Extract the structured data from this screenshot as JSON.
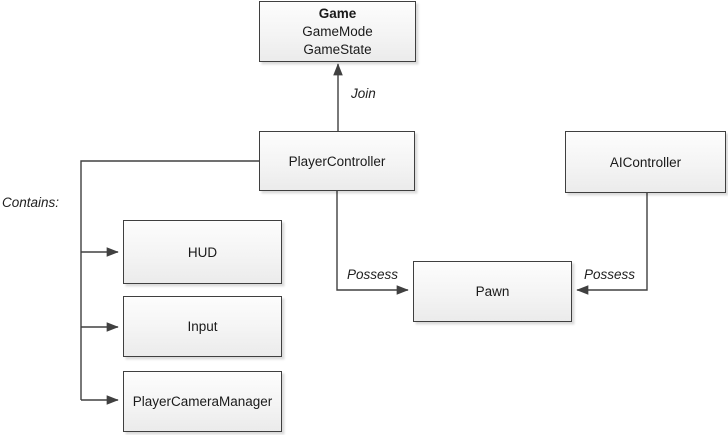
{
  "nodes": {
    "game": {
      "title": "Game",
      "subtitles": [
        "GameMode",
        "GameState"
      ]
    },
    "player_controller": {
      "label": "PlayerController"
    },
    "ai_controller": {
      "label": "AIController"
    },
    "hud": {
      "label": "HUD"
    },
    "input": {
      "label": "Input"
    },
    "player_camera_manager": {
      "label": "PlayerCameraManager"
    },
    "pawn": {
      "label": "Pawn"
    }
  },
  "edges": {
    "join": {
      "label": "Join"
    },
    "possess_left": {
      "label": "Possess"
    },
    "possess_right": {
      "label": "Possess"
    },
    "contains": {
      "label": "Contains:"
    }
  },
  "colors": {
    "box_border": "#3f3f3f",
    "box_fill_top": "#fdfdfd",
    "box_fill_bottom": "#ebebeb",
    "connector": "#404040",
    "text": "#1a1a1a",
    "background": "#ffffff"
  }
}
